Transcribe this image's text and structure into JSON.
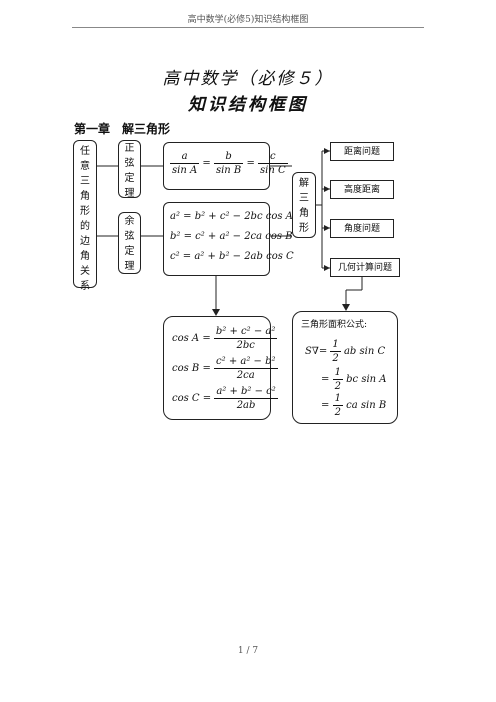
{
  "header": {
    "text": "高中数学(必修5)知识结构框图"
  },
  "title": {
    "line1": "高中数学（必修５）",
    "line2": "知识结构框图"
  },
  "chapter": "第一章　解三角形",
  "left_box": [
    "任",
    "意",
    "三",
    "角",
    "形",
    "的",
    "边",
    "角",
    "关",
    "系"
  ],
  "sine_label": [
    "正",
    "弦",
    "定",
    "理"
  ],
  "cosine_label": [
    "余",
    "弦",
    "定",
    "理"
  ],
  "solve_label": [
    "解",
    "三",
    "角",
    "形"
  ],
  "sine_law": {
    "a": "a",
    "sinA": "sin A",
    "b": "b",
    "sinB": "sin B",
    "c": "c",
    "sinC": "sin C",
    "eq": "="
  },
  "cosine_law": [
    "a² = b² + c² − 2bc cos A",
    "b² = c² + a² − 2ca cos B",
    "c² = a² + b² − 2ab cos C"
  ],
  "problems": [
    "距离问题",
    "高度距离",
    "角度问题",
    "几何计算问题"
  ],
  "cos_formulas": [
    {
      "lhs": "cos A =",
      "num": "b² + c² − a²",
      "den": "2bc"
    },
    {
      "lhs": "cos B =",
      "num": "c² + a² − b²",
      "den": "2ca"
    },
    {
      "lhs": "cos C =",
      "num": "a² + b² − c²",
      "den": "2ab"
    }
  ],
  "area": {
    "title": "三角形面积公式:",
    "s_label": "S∇=",
    "eq": "=",
    "half": {
      "num": "1",
      "den": "2"
    },
    "terms": [
      "ab sin C",
      "bc sin A",
      "ca sin B"
    ]
  },
  "footer": "1  /  7"
}
